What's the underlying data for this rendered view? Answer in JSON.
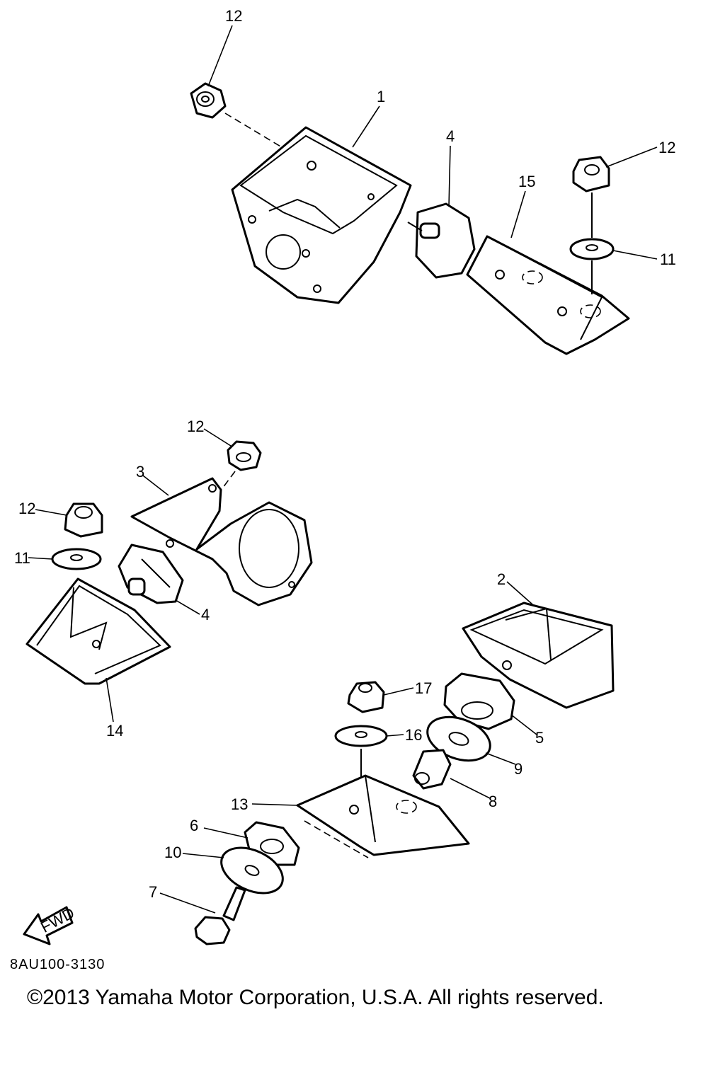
{
  "callouts": {
    "c12_top": "12",
    "c1": "1",
    "c4_top": "4",
    "c15": "15",
    "c12_right": "12",
    "c11_right": "11",
    "c12_mid": "12",
    "c3": "3",
    "c12_left": "12",
    "c11_left": "11",
    "c4_mid": "4",
    "c14": "14",
    "c2": "2",
    "c17": "17",
    "c5": "5",
    "c16": "16",
    "c9": "9",
    "c8": "8",
    "c13": "13",
    "c6": "6",
    "c10": "10",
    "c7": "7"
  },
  "fwd_label": "FWD",
  "diagram_code": "8AU100-3130",
  "copyright": "©2013 Yamaha Motor Corporation, U.S.A. All rights reserved."
}
